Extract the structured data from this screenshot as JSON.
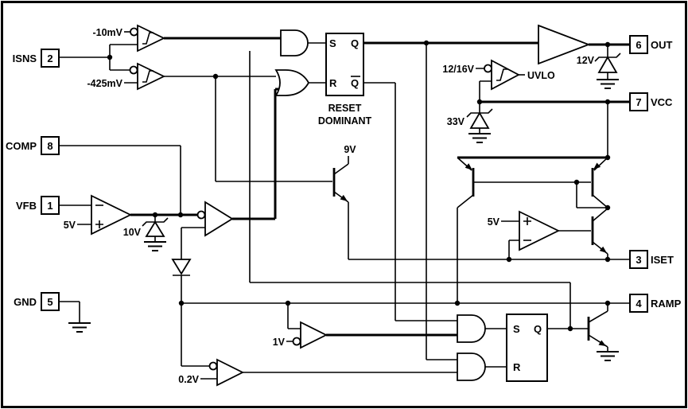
{
  "diagram": {
    "type": "ic-block-schematic",
    "pins": {
      "isns": {
        "name": "ISNS",
        "number": "2"
      },
      "comp": {
        "name": "COMP",
        "number": "8"
      },
      "vfb": {
        "name": "VFB",
        "number": "1"
      },
      "gnd": {
        "name": "GND",
        "number": "5"
      },
      "out": {
        "name": "OUT",
        "number": "6"
      },
      "vcc": {
        "name": "VCC",
        "number": "7"
      },
      "iset": {
        "name": "ISET",
        "number": "3"
      },
      "ramp": {
        "name": "RAMP",
        "number": "4"
      }
    },
    "references": {
      "isns_high": "-10mV",
      "isns_low": "-425mV",
      "uvlo_threshold": "12/16V",
      "uvlo_label": "UVLO",
      "zener_out": "12V",
      "zener_vcc": "33V",
      "zener_erramp": "10V",
      "supply_9v": "9V",
      "erramp_ref": "5V",
      "iset_ref": "5V",
      "ramp_peak": "1V",
      "ramp_valley": "0.2V"
    },
    "latch_main": {
      "s": "S",
      "r": "R",
      "q": "Q",
      "qbar": "Q",
      "caption_line1": "RESET",
      "caption_line2": "DOMINANT"
    },
    "latch_osc": {
      "s": "S",
      "r": "R",
      "q": "Q"
    }
  }
}
